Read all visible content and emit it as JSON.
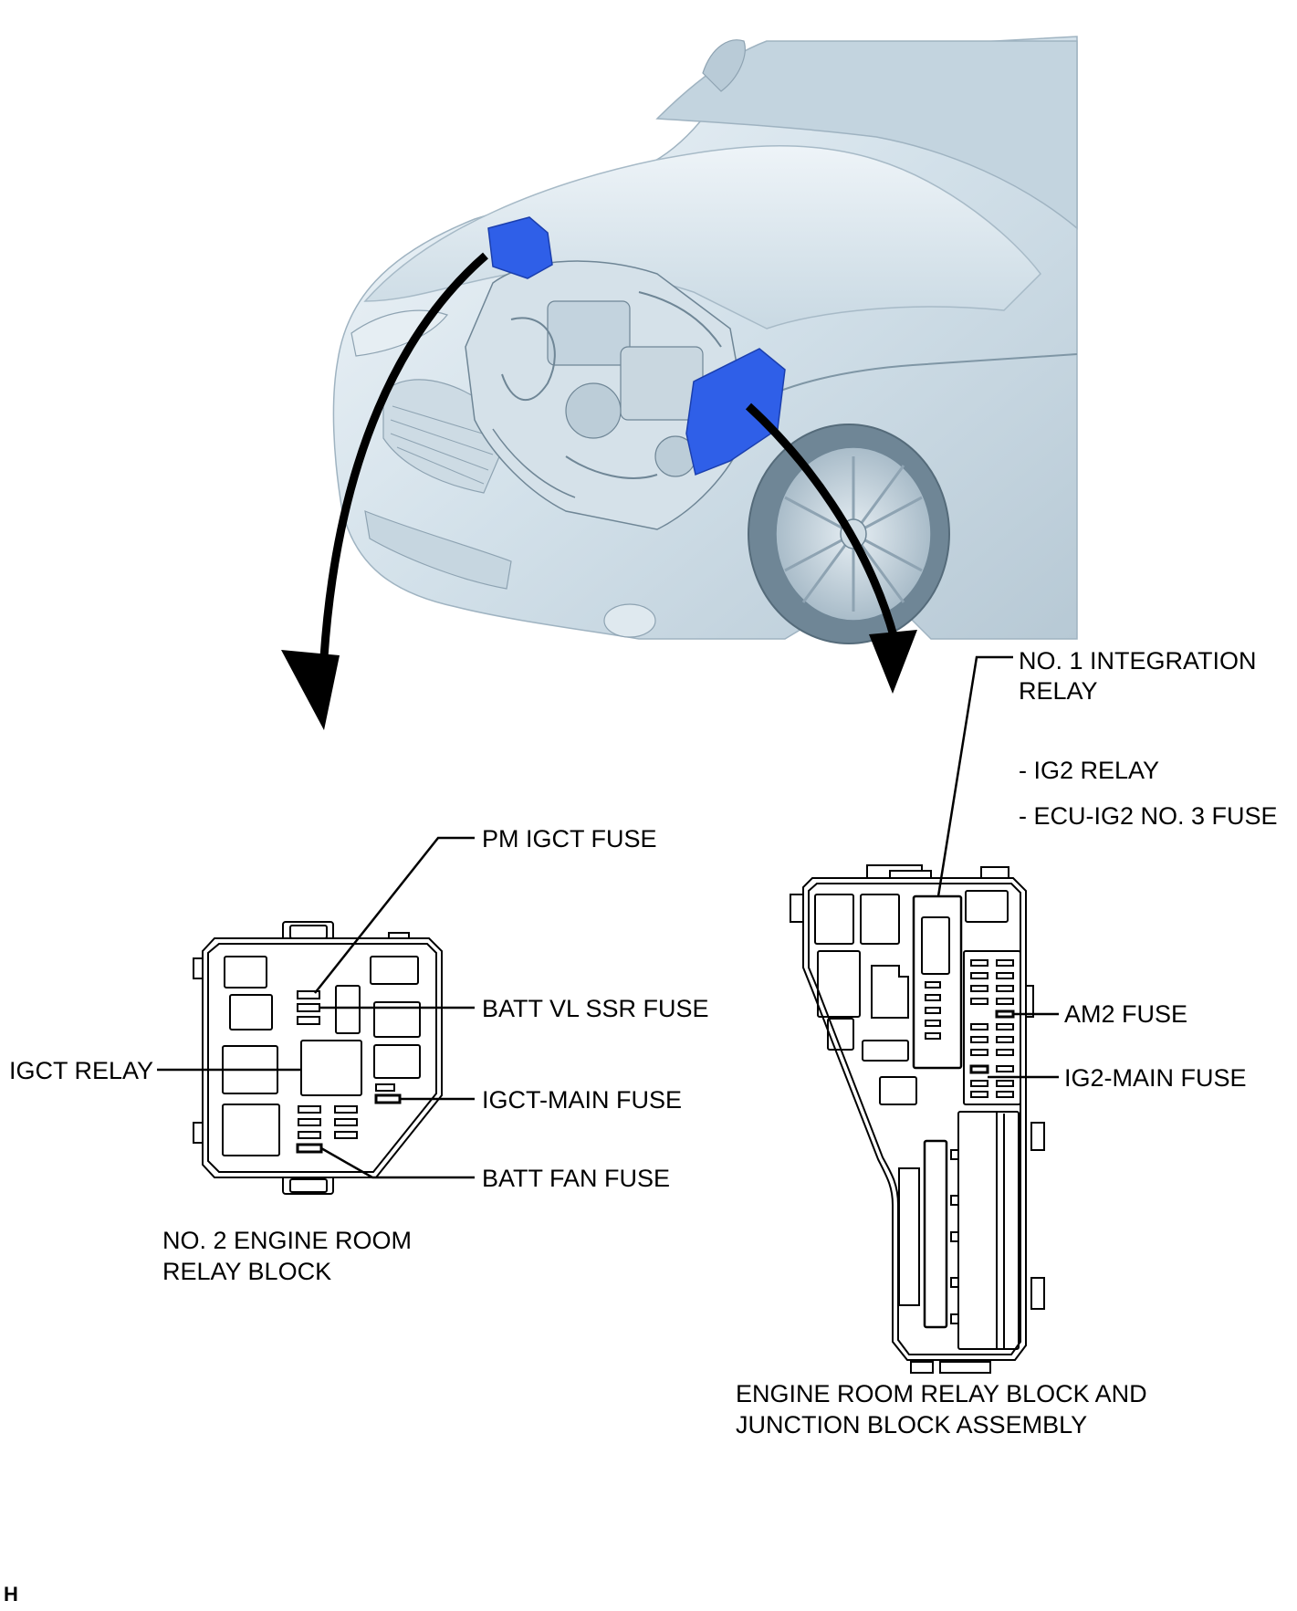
{
  "labels": {
    "pm_igct_fuse": "PM IGCT FUSE",
    "batt_vl_ssr_fuse": "BATT VL SSR FUSE",
    "igct_relay": "IGCT RELAY",
    "igct_main_fuse": "IGCT-MAIN FUSE",
    "batt_fan_fuse": "BATT FAN FUSE",
    "block2_caption_line1": "NO. 2 ENGINE ROOM",
    "block2_caption_line2": "RELAY BLOCK",
    "no1_integration_line1": "NO. 1 INTEGRATION",
    "no1_integration_line2": "RELAY",
    "ig2_relay": "- IG2 RELAY",
    "ecu_ig2_fuse": "- ECU-IG2 NO. 3 FUSE",
    "am2_fuse": "AM2 FUSE",
    "ig2_main_fuse": "IG2-MAIN FUSE",
    "main_caption_line1": "ENGINE ROOM RELAY BLOCK AND",
    "main_caption_line2": "JUNCTION BLOCK ASSEMBLY",
    "corner_mark": "H"
  },
  "colors": {
    "highlight_blue": "#2f5fe8",
    "car_body": "#d9e6ee",
    "line": "#000000"
  }
}
